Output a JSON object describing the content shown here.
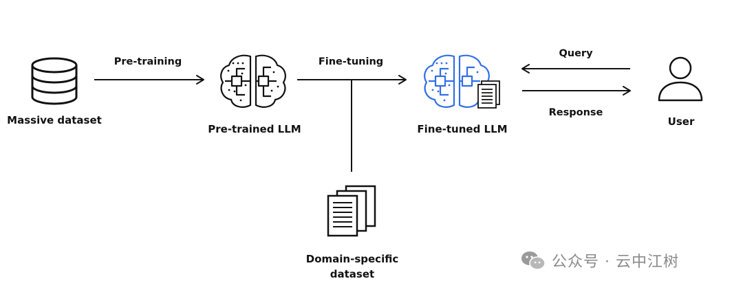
{
  "nodes": {
    "massive_dataset": "Massive dataset",
    "pretrained_llm": "Pre-trained LLM",
    "finetuned_llm": "Fine-tuned LLM",
    "user": "User",
    "domain_dataset_line1": "Domain-specific",
    "domain_dataset_line2": "dataset"
  },
  "edges": {
    "pretraining": "Pre-training",
    "finetuning": "Fine-tuning",
    "query": "Query",
    "response": "Response"
  },
  "watermark": {
    "text": "公众号 · 云中江树",
    "icon": "wechat-icon"
  },
  "colors": {
    "ink": "#111111",
    "accent_blue": "#2f6ee8",
    "watermark": "#8a8a8a"
  }
}
